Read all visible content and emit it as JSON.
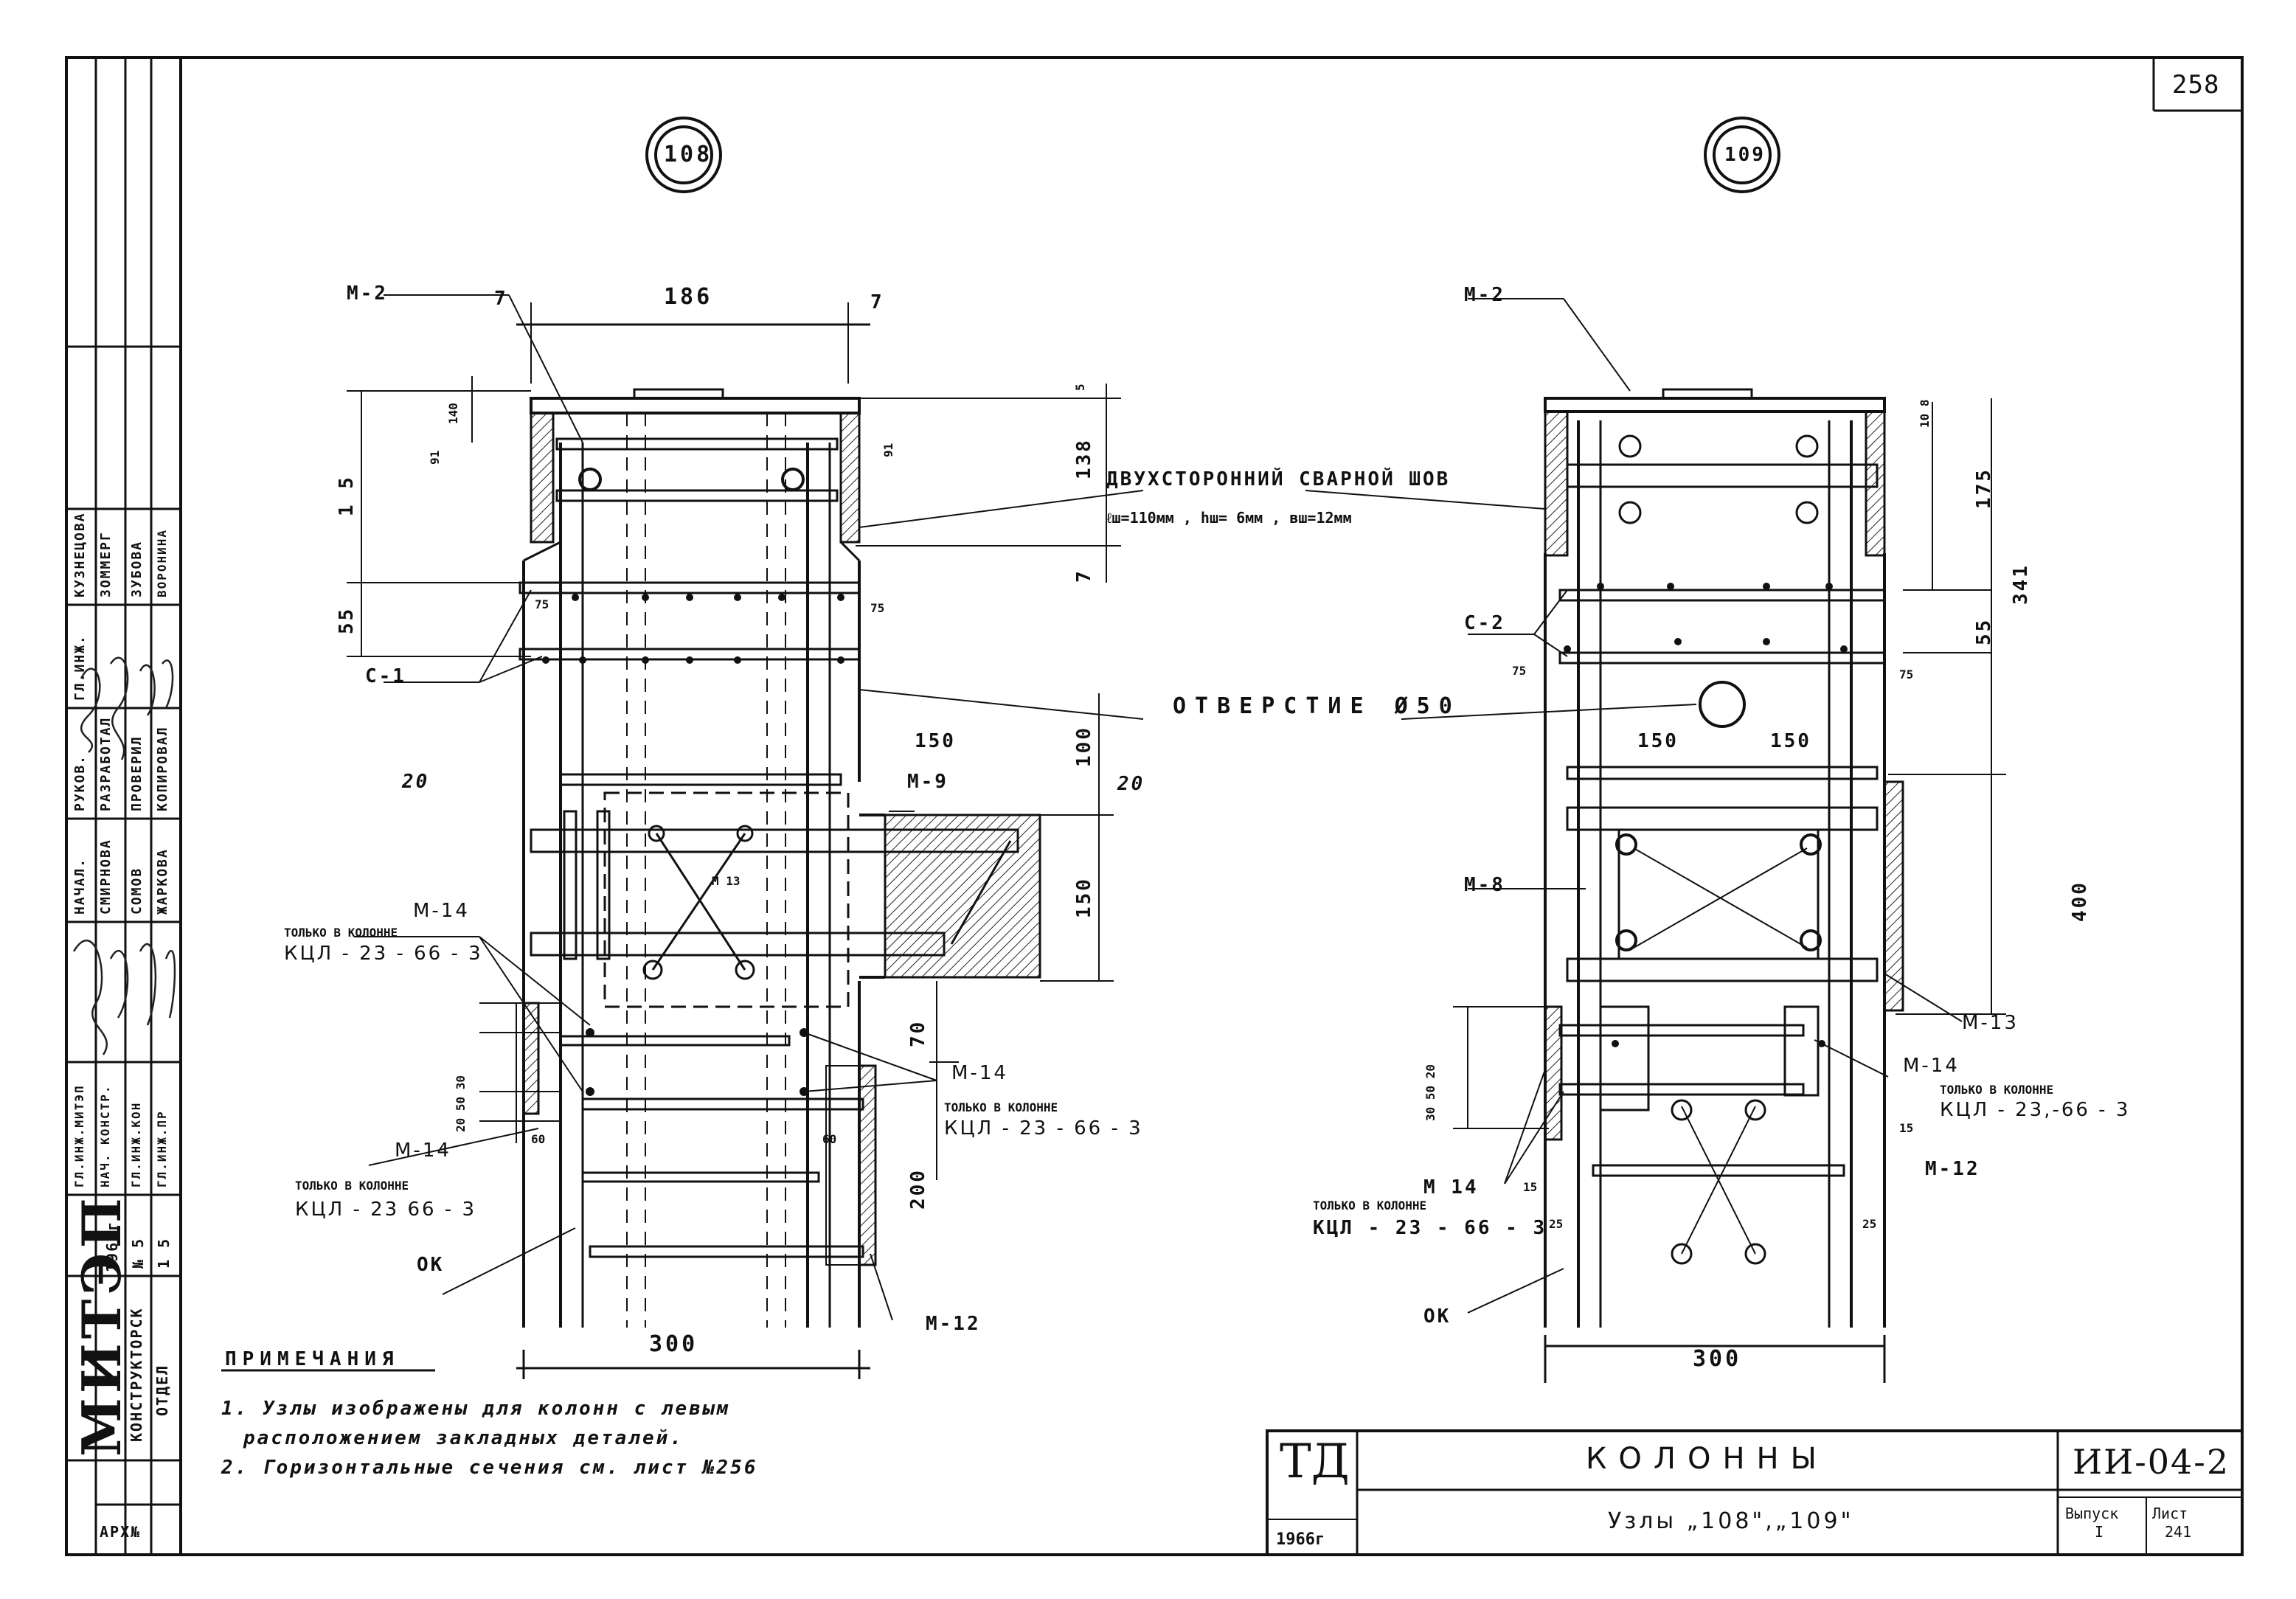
{
  "sheet": {
    "page_number": "258",
    "bubble_left": "108",
    "bubble_right": "109"
  },
  "left_drawing": {
    "m2": "M-2",
    "top_dims": [
      "7",
      "186",
      "7"
    ],
    "left_dims": [
      "1 5",
      "55"
    ],
    "small_dims": [
      "140",
      "91",
      "91"
    ],
    "right_dims": [
      "5",
      "138",
      "7"
    ],
    "s1": "С-1",
    "d75a": "75",
    "d75b": "75",
    "d20a": "20",
    "d20b": "20",
    "d150a": "150",
    "d100": "100",
    "d150b": "150",
    "m9": "M-9",
    "m13": "М 13",
    "m14a": "M-14",
    "only_a": "ТОЛЬКО В КОЛОННЕ",
    "kcl_a": "КЦЛ - 23 - 66 - 3",
    "vdims": "20 50 30",
    "d60a": "60",
    "d60b": "60",
    "m14b": "M-14",
    "only_b": "ТОЛЬКО В КОЛОННЕ",
    "kcl_b": "КЦЛ - 23 66 - 3",
    "m14c": "M-14",
    "only_c": "ТОЛЬКО В КОЛОННЕ",
    "kcl_c": "КЦЛ - 23 - 66 - 3",
    "d70": "70",
    "d200": "200",
    "ok": "ОК",
    "m12": "M-12",
    "d300": "300"
  },
  "right_drawing": {
    "m2": "M-2",
    "d10": "10 8",
    "d175": "175",
    "d341": "341",
    "d55": "55",
    "s2": "С-2",
    "d75a": "75",
    "d75b": "75",
    "d150a": "150",
    "d150b": "150",
    "m8": "M-8",
    "d400": "400",
    "m13": "M-13",
    "vdims": "30 50 20",
    "m14a": "M-14",
    "only_a": "ТОЛЬКО В КОЛОННЕ",
    "kcl_a": "КЦЛ - 23,-66 - 3",
    "d15a": "15",
    "m12": "M-12",
    "m14b": "М 14",
    "d15b": "15",
    "only_b": "ТОЛЬКО В КОЛОННЕ",
    "kcl_b": "КЦЛ - 23 - 66 - 3",
    "d25a": "25",
    "d25b": "25",
    "ok": "ОК",
    "d300": "300"
  },
  "center_notes": {
    "weld": "ДВУХСТОРОННИЙ СВАРНОЙ ШОВ",
    "weld_params": "ℓш=110мм , hш= 6мм , вш=12мм",
    "hole": "ОТВЕРСТИЕ Ø50"
  },
  "notes": {
    "title": "ПРИМЕЧАНИЯ",
    "line1": "1. Узлы изображены для колонн с левым",
    "line2": "расположением закладных деталей.",
    "line3": "2. Горизонтальные сечения см. лист №256"
  },
  "title_block": {
    "td": "ТД",
    "year": "1966г",
    "title": "КОЛОННЫ",
    "subtitle": "Узлы „108\",„109\"",
    "code": "ИИ-04-2",
    "issue_label": "Выпуск",
    "issue_value": "I",
    "sheet_label": "Лист",
    "sheet_value": "241"
  },
  "stamp": {
    "org": "МИТЭП",
    "dept1": "КОНСТРУКТОРСК",
    "dept2": "ОТДЕЛ",
    "date": "1966г",
    "archive": "АРХ№",
    "col_a1": "ГЛ.ИНЖ.МИТЭП",
    "col_a2": "НАЧ. КОНСТР.",
    "col_b1": "ГЛ.ИНЖ.КОН",
    "col_b2": "ГЛ.ИНЖ.ПР",
    "col_c1": "НАЧАЛ.",
    "col_c2": "РУКОВ.",
    "col_d1": "ГЛ.ИНЖ.",
    "col_d2": "РАЗРАБОТАЛ",
    "col_d3": "ПРОВЕРИЛ",
    "col_d4": "КОПИРОВАЛ",
    "names1": "КУЗНЕЦОВА",
    "names2": "ЗОММЕРГ",
    "names3": "ЗУБОВА",
    "names4": "ВОРОНИНА",
    "names5": "СМИРНОВА",
    "names6": "СОМОВ",
    "names7": "ЖАРКОВА",
    "num1": "№ 5",
    "num2": "1 5"
  }
}
